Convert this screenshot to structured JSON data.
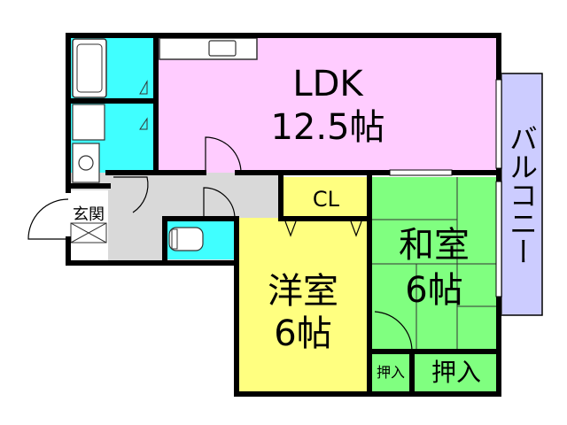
{
  "rooms": {
    "ldk": {
      "name": "LDK",
      "size": "12.5帖",
      "color": "#ffccff"
    },
    "western": {
      "name": "洋室",
      "size": "6帖",
      "color": "#ffff80"
    },
    "japanese": {
      "name": "和室",
      "size": "6帖",
      "color": "#80ff80"
    },
    "closet": {
      "name": "CL",
      "color": "#ffff80"
    },
    "oshiire_small": {
      "name": "押入",
      "color": "#80ff80"
    },
    "oshiire_large": {
      "name": "押入",
      "color": "#80ff80"
    },
    "entrance": {
      "name": "玄関"
    },
    "balcony": {
      "name": "バルコニー",
      "color": "#ccccff"
    }
  },
  "colors": {
    "wet_area": "#40ffff",
    "hallway": "#d9d9d9",
    "wall": "#000000"
  }
}
